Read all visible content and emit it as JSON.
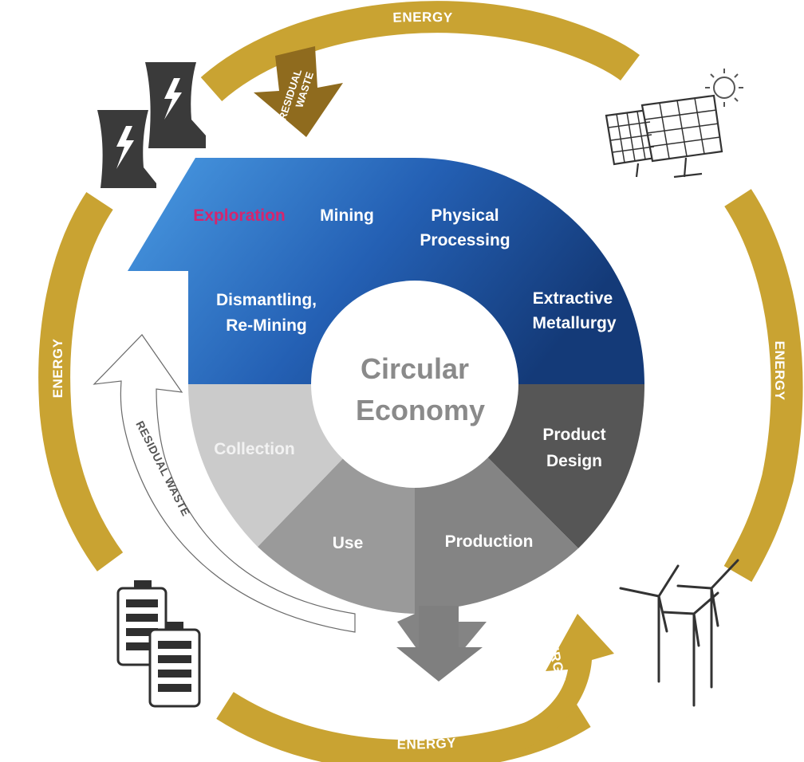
{
  "center": {
    "line1": "Circular",
    "line2": "Economy"
  },
  "stages": {
    "exploration": "Exploration",
    "mining": "Mining",
    "physical_processing_1": "Physical",
    "physical_processing_2": "Processing",
    "extractive_metallurgy_1": "Extractive",
    "extractive_metallurgy_2": "Metallurgy",
    "dismantling_1": "Dismantling,",
    "dismantling_2": "Re-Mining",
    "product_design_1": "Product",
    "product_design_2": "Design",
    "production": "Production",
    "use": "Use",
    "collection": "Collection"
  },
  "energy": {
    "top": "ENERGY",
    "left": "ENERGY",
    "right": "ENERGY",
    "bottom": "ENERGY",
    "bottom_arrow": "ENERGY"
  },
  "waste": {
    "top_line1": "RESIDUAL",
    "top_line2": "WASTE",
    "left": "RESIDUAL WASTE"
  },
  "icons": [
    "power-plant-icon",
    "solar-panel-icon",
    "sun-icon",
    "wind-turbine-icon",
    "battery-icon"
  ],
  "colors": {
    "energy_ring": "#c9a332",
    "blue_light": "#4a97e0",
    "blue_dark": "#153e7e",
    "exploration_text": "#d4266e",
    "gray_dark": "#565656",
    "gray_mid": "#848484",
    "gray_light": "#9a9a9a",
    "gray_lighter": "#cbcbcb"
  }
}
